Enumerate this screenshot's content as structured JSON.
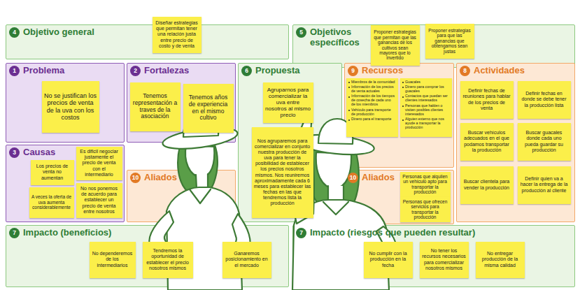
{
  "diagram": {
    "nodes": [
      {
        "text": [
          "Objetivo general"
        ]
      },
      {
        "text": [
          "Diseñar estrategias que permitan tener una relación justa entre precio de costo y de venta"
        ],
        "in": 0
      },
      {
        "text": [
          "Objetivos específicos"
        ]
      },
      {
        "text": [
          "Proponer estrategias que permitan que las ganancias de los cultivos sean mayores que lo invertido"
        ],
        "in": 2
      },
      {
        "text": [
          "Proponer estrategias para que las ganancias que obtengamos sean justas"
        ],
        "in": 2
      },
      {
        "text": [
          "Problema"
        ]
      },
      {
        "text": [
          "No se justifican los precios de venta de la uva con los costos"
        ],
        "in": 5
      },
      {
        "text": [
          "Fortalezas"
        ]
      },
      {
        "text": [
          "Tenemos representación a traves de la asociación"
        ],
        "in": 7
      },
      {
        "text": [
          "Tenemos años de experiencia en el mismo cultivo"
        ],
        "in": 7
      },
      {
        "text": [
          "Propuesta"
        ]
      },
      {
        "text": [
          "Agruparnos para comercializar la uva entre nosotros al mismo precio"
        ],
        "in": 10
      },
      {
        "text": [
          "Nos agruparemos para comercializar en conjunto nuestra producción de uva para tener la posibilidad de establecer los precios nosotros mismos. Nos reuniremos aproximadamente cada 6 meses para establecer las fechas en las que tendremos lista la producción"
        ],
        "in": 10
      },
      {
        "text": [
          "Recursos"
        ]
      },
      {
        "text": [
          "Miembros de la comunidad",
          "Información de los precios de venta actuales",
          "Información de los tiempos de cosecha de cada uno de los miembros",
          "Vehículo para transporte de producción",
          "Dinero para el transporte"
        ],
        "in": 13
      },
      {
        "text": [
          "Guacales",
          "Dinero para comprar los guacales",
          "Contactos que puedan ser clientes interesados",
          "Personas que hablen o visiten posibles clientes interesados",
          "Alguien externo que nos ayude a transportar la producción"
        ],
        "in": 13
      },
      {
        "text": [
          "Actividades"
        ]
      },
      {
        "text": [
          "Definir fechas de reuniones para hablar de los precios de venta"
        ],
        "in": 16
      },
      {
        "text": [
          "Definir fechas en donde se debe tener la producción lista"
        ],
        "in": 16
      },
      {
        "text": [
          "Buscar vehículos adecuados en el que podamos transportar la producción"
        ],
        "in": 16
      },
      {
        "text": [
          "Buscar guacales donde cada uno pueda guardar su producción"
        ],
        "in": 16
      },
      {
        "text": [
          "Buscar clientela para vender la producción"
        ],
        "in": 16
      },
      {
        "text": [
          "Definir quien va a hacer la entrega de la producción al cliente"
        ],
        "in": 16
      },
      {
        "text": [
          "Causas"
        ]
      },
      {
        "text": [
          "Los precios de venta no aumentan"
        ],
        "in": 23
      },
      {
        "text": [
          "Es dificil negociar justamente el precio de venta con el intermediario"
        ],
        "in": 23
      },
      {
        "text": [
          "A veces la oferta de uva aumenta considerablemente"
        ],
        "in": 23
      },
      {
        "text": [
          "No nos ponemos de acuerdo para establecer un precio de venta entre nosotros"
        ],
        "in": 23
      },
      {
        "text": [
          "Aliados"
        ]
      },
      {
        "text": [
          "Aliados"
        ]
      },
      {
        "text": [
          "Personas que alquilen un vehículo apto para transportar la producción"
        ],
        "in": 29
      },
      {
        "text": [
          "Personas que ofrecen servicios para transportar la producción"
        ],
        "in": 29
      },
      {
        "text": [
          "Impacto (beneficios)"
        ]
      },
      {
        "text": [
          "No dependeremos de los intermediarios"
        ],
        "in": 32
      },
      {
        "text": [
          "Tendremos la oportunidad de establecer el precio nosotros mismos"
        ],
        "in": 32
      },
      {
        "text": [
          "Ganaremos posicionamiento en el mercado"
        ],
        "in": 32
      },
      {
        "text": [
          "Impacto (riesgos que pueden resultar)"
        ]
      },
      {
        "text": [
          "No cumplir con la producción en la fecha"
        ],
        "in": 36
      },
      {
        "text": [
          "No tener los recursos necesarios para comercializar nosotros mismos"
        ],
        "in": 36
      },
      {
        "text": [
          "No entregar producción de la misma calidad"
        ],
        "in": 36
      }
    ],
    "labels": [
      "4",
      "5",
      "1",
      "2",
      "6",
      "9",
      "8",
      "3",
      "10",
      "10",
      "7",
      "7"
    ]
  }
}
